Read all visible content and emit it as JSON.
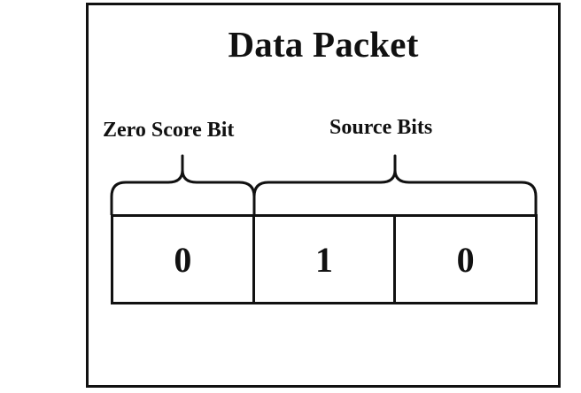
{
  "title": "Data Packet",
  "labels": {
    "zero_score": "Zero Score Bit",
    "source": "Source Bits"
  },
  "bits": [
    "0",
    "1",
    "0"
  ],
  "colors": {
    "stroke": "#111111",
    "background": "#ffffff"
  }
}
